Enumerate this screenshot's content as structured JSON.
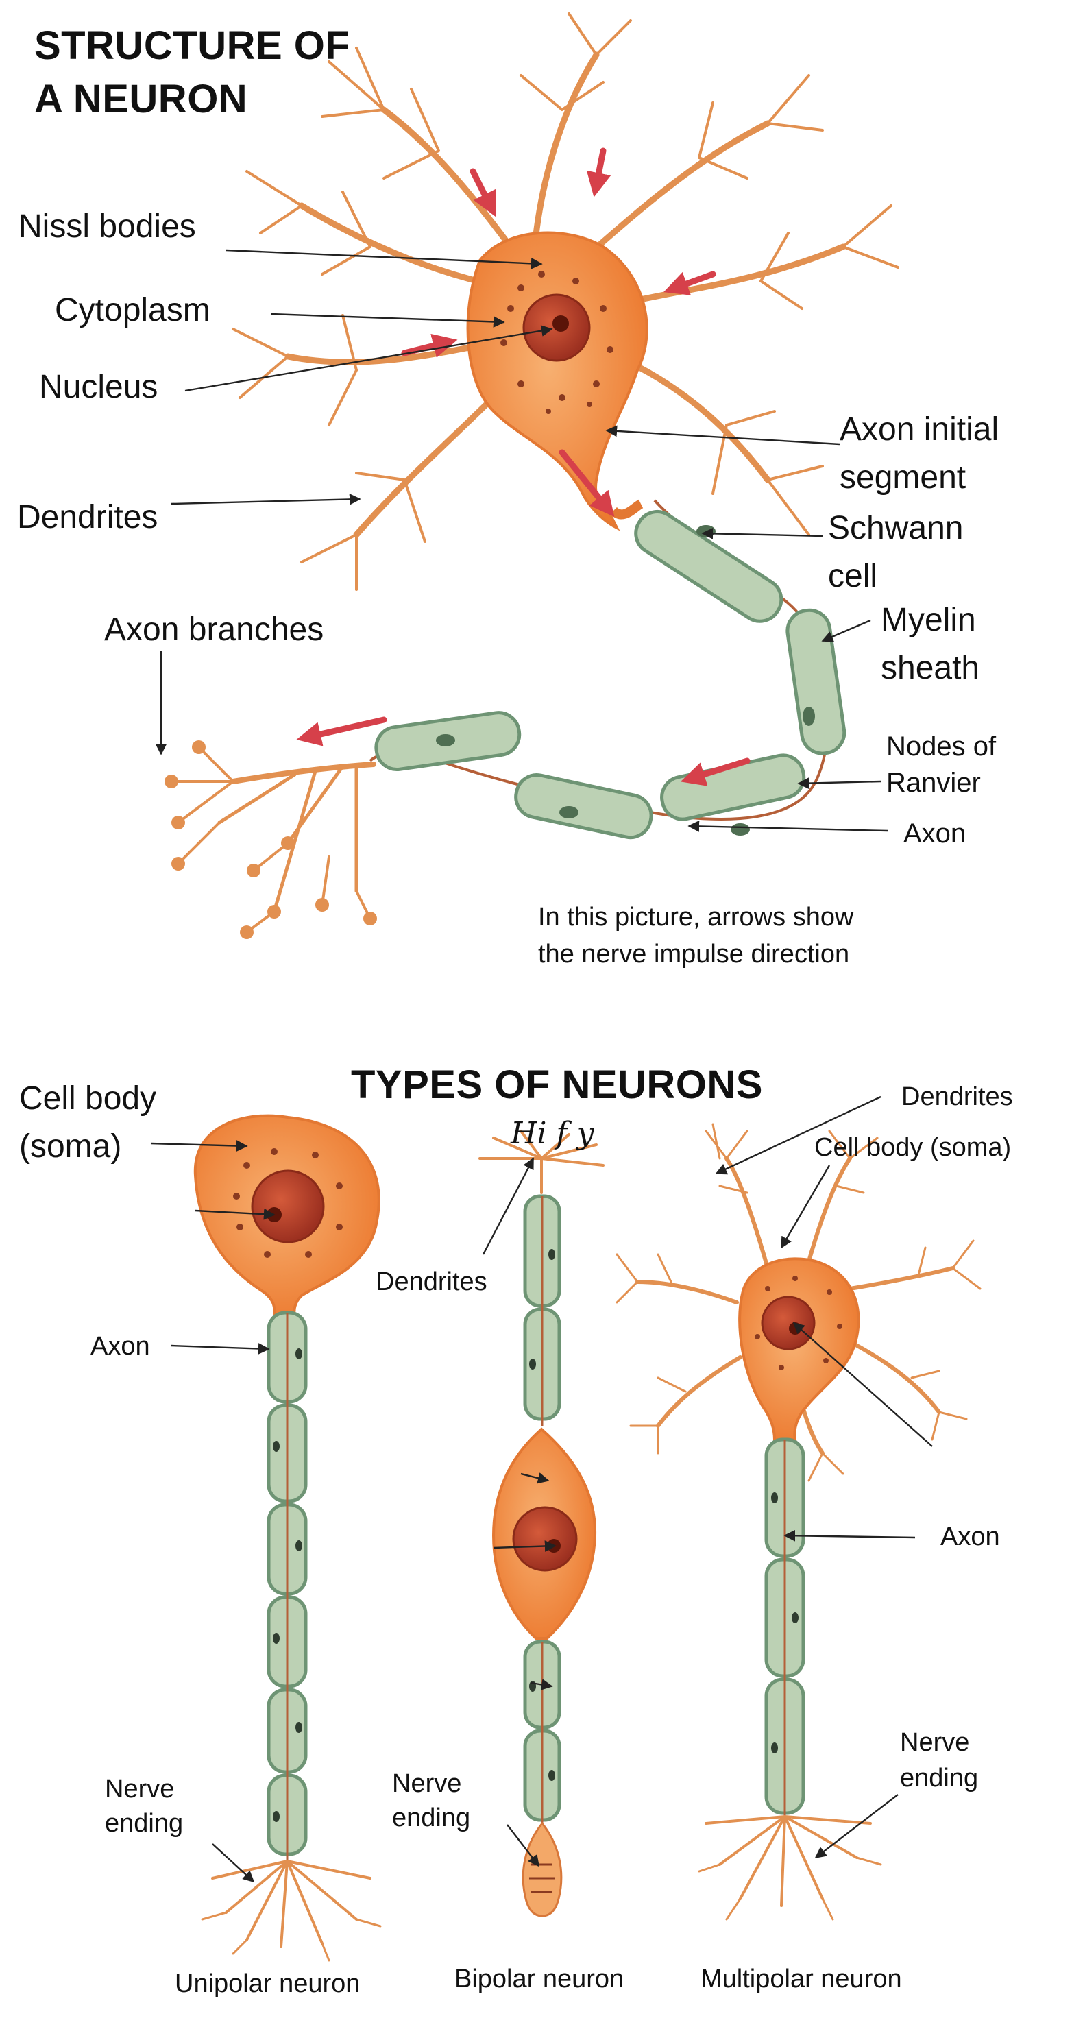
{
  "structure": {
    "title_line1": "STRUCTURE OF",
    "title_line2": "A NEURON",
    "labels": {
      "nissl_bodies": "Nissl bodies",
      "cytoplasm": "Cytoplasm",
      "nucleus": "Nucleus",
      "dendrites": "Dendrites",
      "axon_initial_segment_line1": "Axon initial",
      "axon_initial_segment_line2": "segment",
      "schwann_cell_line1": "Schwann",
      "schwann_cell_line2": "cell",
      "myelin_sheath_line1": "Myelin",
      "myelin_sheath_line2": "sheath",
      "axon_branches": "Axon branches",
      "nodes_of_ranvier_line1": "Nodes of",
      "nodes_of_ranvier_line2": "Ranvier",
      "axon": "Axon"
    },
    "note_line1": "In this picture, arrows show",
    "note_line2": "the nerve impulse direction"
  },
  "types": {
    "title": "TYPES OF NEURONS",
    "unipolar": {
      "cell_body_line1": "Cell body",
      "cell_body_line2": "(soma)",
      "axon": "Axon",
      "nerve_ending_line1": "Nerve",
      "nerve_ending_line2": "ending",
      "caption": "Unipolar neuron"
    },
    "bipolar": {
      "scribble": "Hi f y",
      "dendrites": "Dendrites",
      "nerve_ending_line1": "Nerve",
      "nerve_ending_line2": "ending",
      "caption": "Bipolar neuron"
    },
    "multipolar": {
      "dendrites": "Dendrites",
      "cell_body": "Cell body (soma)",
      "axon": "Axon",
      "nerve_ending_line1": "Nerve",
      "nerve_ending_line2": "ending",
      "caption": "Multipolar neuron"
    }
  },
  "colors": {
    "soma": "#f08a3e",
    "soma_light": "#f7b071",
    "nucleus": "#b8402a",
    "myelin": "#bcd1b4",
    "impulse_arrow": "#d6404a",
    "leader_line": "#222222"
  }
}
